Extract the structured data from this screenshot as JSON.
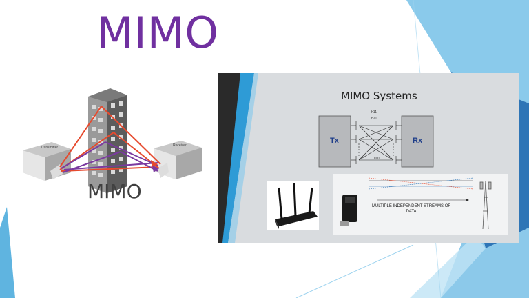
{
  "slide": {
    "title": "MIMO",
    "left_diagram": {
      "label": "MIMO",
      "transmitter_label": "Transmitter",
      "receiver_label": "Receiver"
    },
    "photo": {
      "title": "MIMO Systems",
      "tx_label": "Tx",
      "rx_label": "Rx",
      "channel_labels": [
        "h11",
        "h21",
        "hnm"
      ],
      "streams_caption": "MULTIPLE INDEPENDENT STREAMS OF DATA"
    },
    "colors": {
      "title": "#7030a0",
      "accent_dark": "#2e75b6",
      "accent_light": "#9dd3ef",
      "arrow_red": "#e64a2e",
      "arrow_purple": "#7b3aa0"
    }
  }
}
